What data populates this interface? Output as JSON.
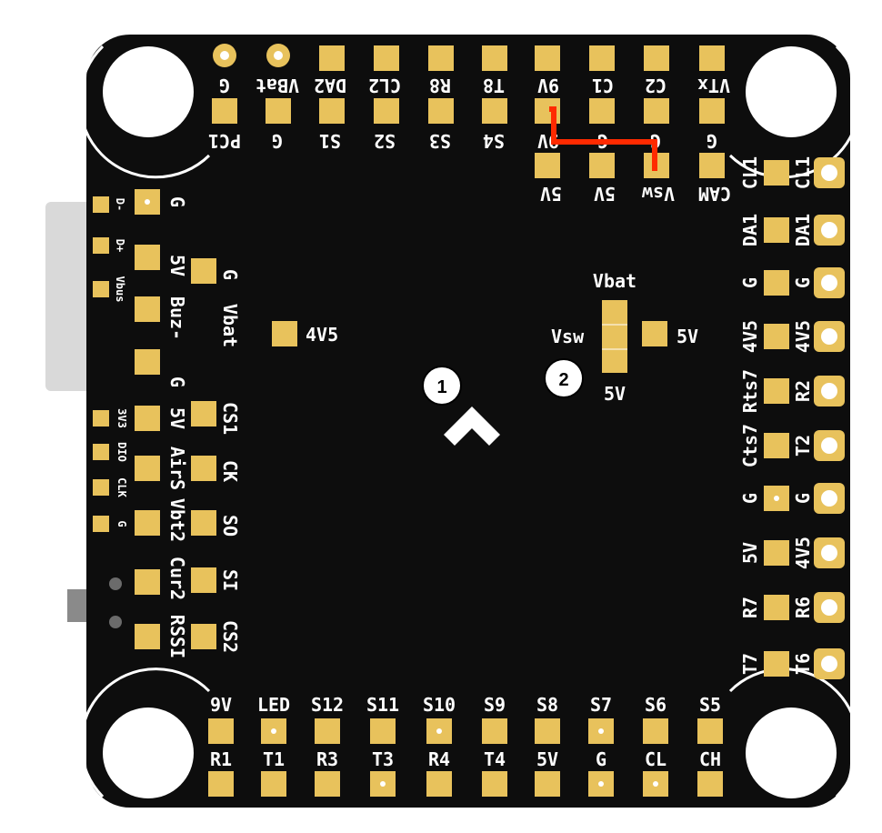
{
  "colors": {
    "board": "#0d0d0d",
    "pad": "#e8c25c",
    "silk": "#ffffff",
    "connector": "#d9d9d9",
    "bridge": "#ff2a00",
    "marker": "#ffffff"
  },
  "top_row_upper": [
    "G",
    "VBat",
    "DA2",
    "CL2",
    "R8",
    "T8",
    "9V",
    "C1",
    "C2",
    "VTx"
  ],
  "top_row_lower": [
    "PC1",
    "G",
    "S1",
    "S2",
    "S3",
    "S4",
    "9V",
    "G",
    "G",
    "G"
  ],
  "top_row_third": [
    "5V",
    "5V",
    "Vsw",
    "CAM"
  ],
  "right_col_inner": [
    "CL1",
    "DA1",
    "G",
    "4V5",
    "Rts7",
    "Cts7",
    "G",
    "5V",
    "R7",
    "T7"
  ],
  "right_col_outer": [
    "CL1",
    "DA1",
    "G",
    "4V5",
    "R2",
    "T2",
    "G",
    "4V5",
    "R6",
    "T6"
  ],
  "usb_labels": [
    "D-",
    "D+",
    "Vbus"
  ],
  "usb_side_labels": [
    "G"
  ],
  "left_col_a": [
    "5V",
    "Buz-",
    "G",
    "5V",
    "AirS",
    "Vbt2",
    "Cur2",
    "RSSI"
  ],
  "left_col_b": [
    "G",
    "Vbat",
    "CS1",
    "CK",
    "SO",
    "SI",
    "CS2"
  ],
  "left_small_labels": [
    "3V3",
    "DIO",
    "CLK",
    "G"
  ],
  "center_pad_label": "4V5",
  "jumper": {
    "top": "Vbat",
    "left": "Vsw",
    "right": "5V",
    "bottom": "5V"
  },
  "markers": [
    "1",
    "2"
  ],
  "bottom_upper": [
    "9V",
    "LED",
    "S12",
    "S11",
    "S10",
    "S9",
    "S8",
    "S7",
    "S6",
    "S5"
  ],
  "bottom_lower": [
    "R1",
    "T1",
    "R3",
    "T3",
    "R4",
    "T4",
    "5V",
    "G",
    "CL",
    "CH"
  ]
}
